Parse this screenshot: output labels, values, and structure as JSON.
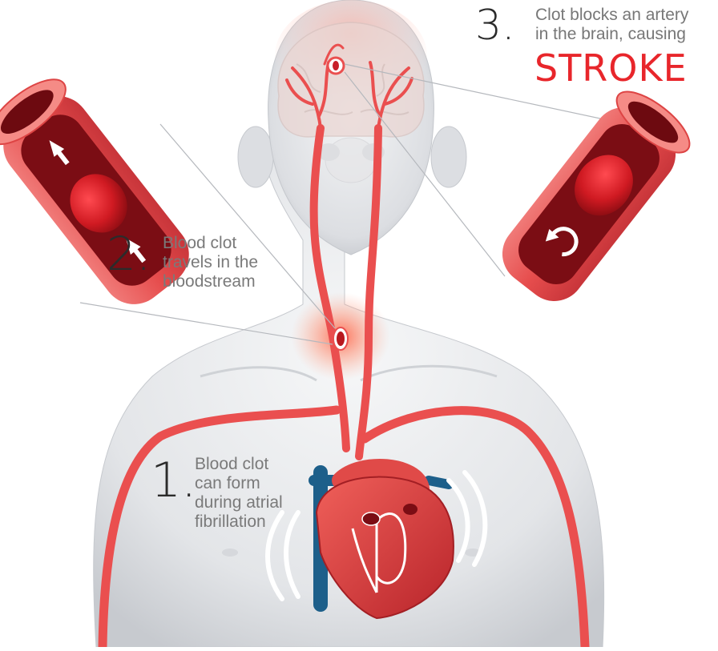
{
  "colors": {
    "artery": "#ea4f4f",
    "artery_dark": "#b8191f",
    "vein": "#1d5f8a",
    "skin": "#e9eaec",
    "skin_shadow": "#c9cbcf",
    "glow": "#ff6a4a",
    "stroke_text": "#e8262b",
    "label_text": "#7a7a7a",
    "number_text": "#2b2b2b"
  },
  "steps": [
    {
      "number": "1.",
      "lines": [
        "Blood clot",
        "can form",
        "during atrial",
        "fibrillation"
      ]
    },
    {
      "number": "2.",
      "lines": [
        "Blood clot",
        "travels in the",
        "bloodstream"
      ]
    },
    {
      "number": "3.",
      "lines": [
        "Clot blocks an artery",
        "in the brain, causing"
      ],
      "emphasis": "STROKE"
    }
  ],
  "icons": [
    "human-torso-illustration",
    "brain-icon",
    "heart-icon",
    "blood-vessel-icon",
    "blood-clot-icon",
    "flow-arrow-icon",
    "heartbeat-wave-icon"
  ]
}
